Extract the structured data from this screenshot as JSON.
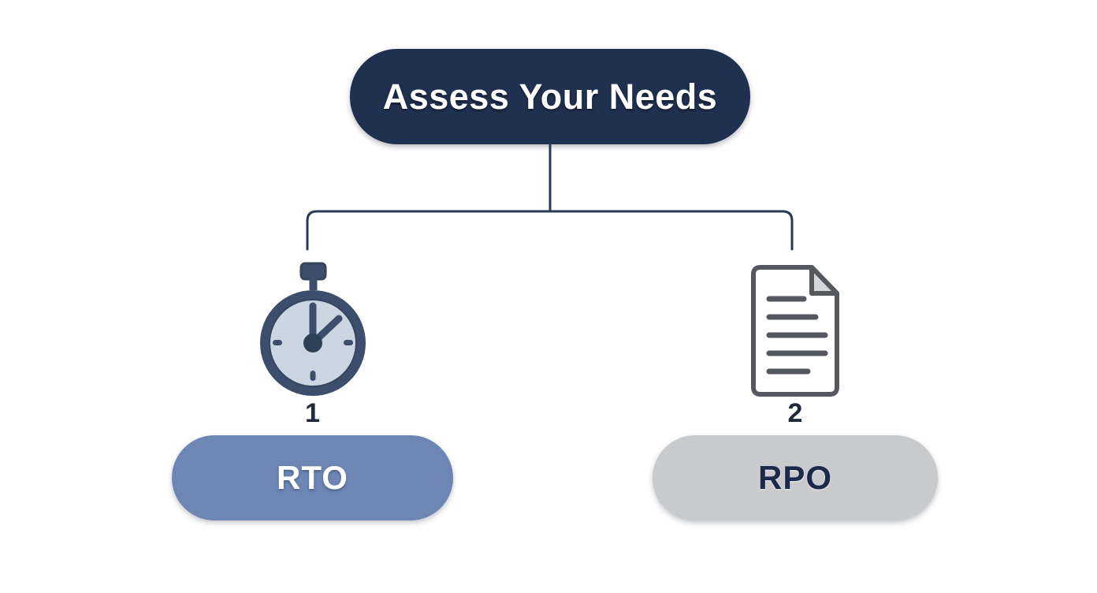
{
  "diagram": {
    "type": "hierarchy-tree",
    "background_color": "#ffffff",
    "root": {
      "label": "Assess Your Needs",
      "fill_color": "#20304f",
      "text_color": "#ffffff"
    },
    "connector": {
      "stroke_color": "#2b3a54",
      "stroke_width": 3
    },
    "branches": [
      {
        "number": "1",
        "icon": "stopwatch-icon",
        "label": "RTO",
        "pill_color": "#6d86b4",
        "label_color": "#ffffff",
        "icon_colors": {
          "ring": "#3c4e6b",
          "face": "#ccd6e2",
          "hands": "#3c4e6b",
          "crown": "#3c4e6b"
        }
      },
      {
        "number": "2",
        "icon": "document-icon",
        "label": "RPO",
        "pill_color": "#c9cacc",
        "label_color": "#1b2a4a",
        "icon_colors": {
          "outline": "#55585f",
          "page": "#ffffff",
          "fold": "#d5d7da",
          "lines": "#55585f"
        }
      }
    ]
  }
}
